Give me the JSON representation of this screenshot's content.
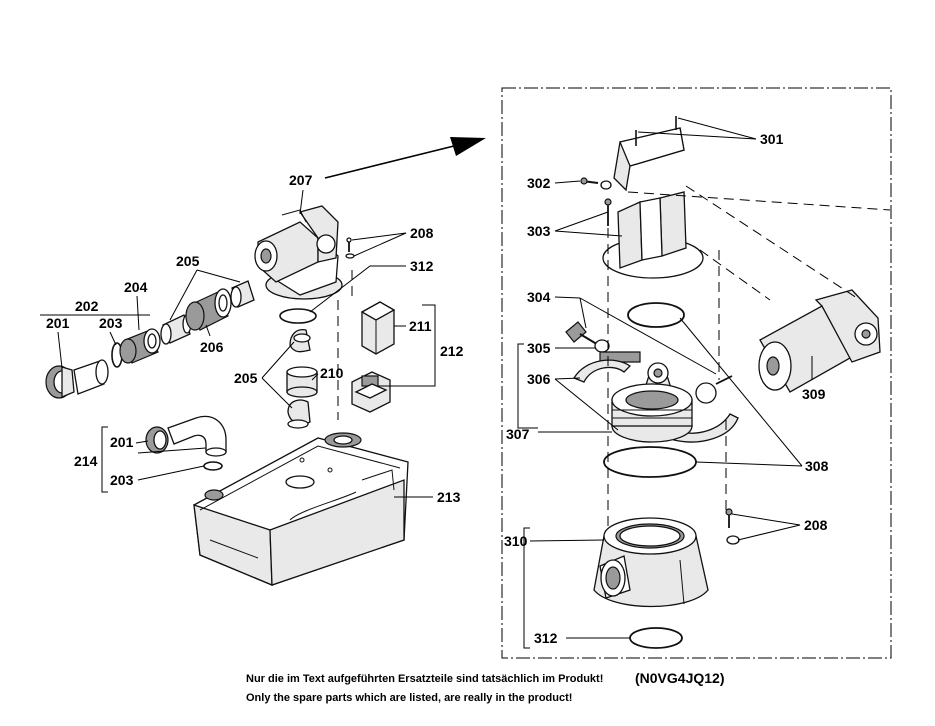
{
  "labels": {
    "l201a": "201",
    "l202": "202",
    "l203a": "203",
    "l204": "204",
    "l205a": "205",
    "l206": "206",
    "l207": "207",
    "l208a": "208",
    "l312a": "312",
    "l211": "211",
    "l212": "212",
    "l205b": "205",
    "l210": "210",
    "l201b": "201",
    "l214": "214",
    "l203b": "203",
    "l213": "213",
    "l301": "301",
    "l302": "302",
    "l303": "303",
    "l304": "304",
    "l305": "305",
    "l306": "306",
    "l307": "307",
    "l308": "308",
    "l309": "309",
    "l310": "310",
    "l208b": "208",
    "l312b": "312"
  },
  "footer": {
    "note_de": "Nur die im Text aufgeführten Ersatzteile sind tatsächlich im Produkt!",
    "note_en": "Only the spare parts which are listed, are really in the product!",
    "drawing_code": "(N0VG4JQ12)"
  },
  "colors": {
    "line": "#000000",
    "fill_light": "#e9e9e9",
    "fill_dark": "#9a9a9a",
    "background": "#ffffff"
  }
}
